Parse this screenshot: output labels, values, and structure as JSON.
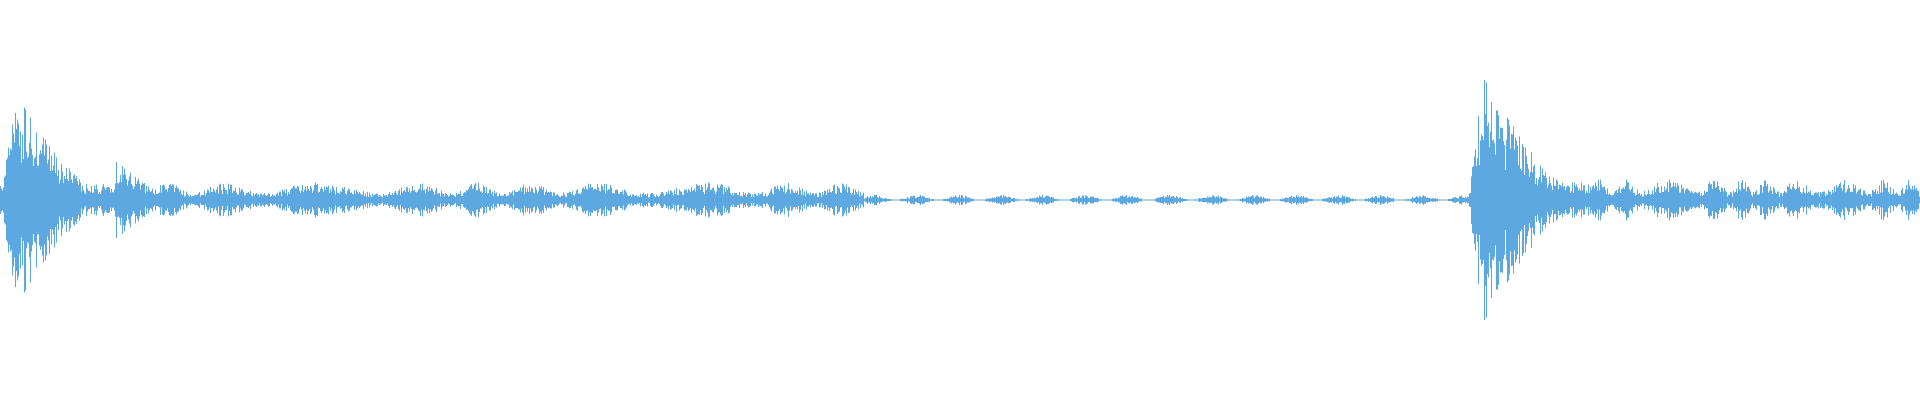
{
  "waveform": {
    "color": "#5DA8E0",
    "background": "#FFFFFF",
    "duration_fraction_visible": 1.0,
    "segments": [
      {
        "start": 0.0,
        "end": 0.06,
        "peak": 0.78,
        "decay": "attack-burst"
      },
      {
        "start": 0.06,
        "end": 0.08,
        "peak": 0.18,
        "decay": "tail"
      },
      {
        "start": 0.08,
        "end": 0.45,
        "peak": 0.1,
        "decay": "low-noise"
      },
      {
        "start": 0.45,
        "end": 0.765,
        "peak": 0.03,
        "decay": "near-silence"
      },
      {
        "start": 0.765,
        "end": 0.83,
        "peak": 0.86,
        "decay": "attack-burst"
      },
      {
        "start": 0.83,
        "end": 1.0,
        "peak": 0.12,
        "decay": "low-noise"
      }
    ]
  }
}
